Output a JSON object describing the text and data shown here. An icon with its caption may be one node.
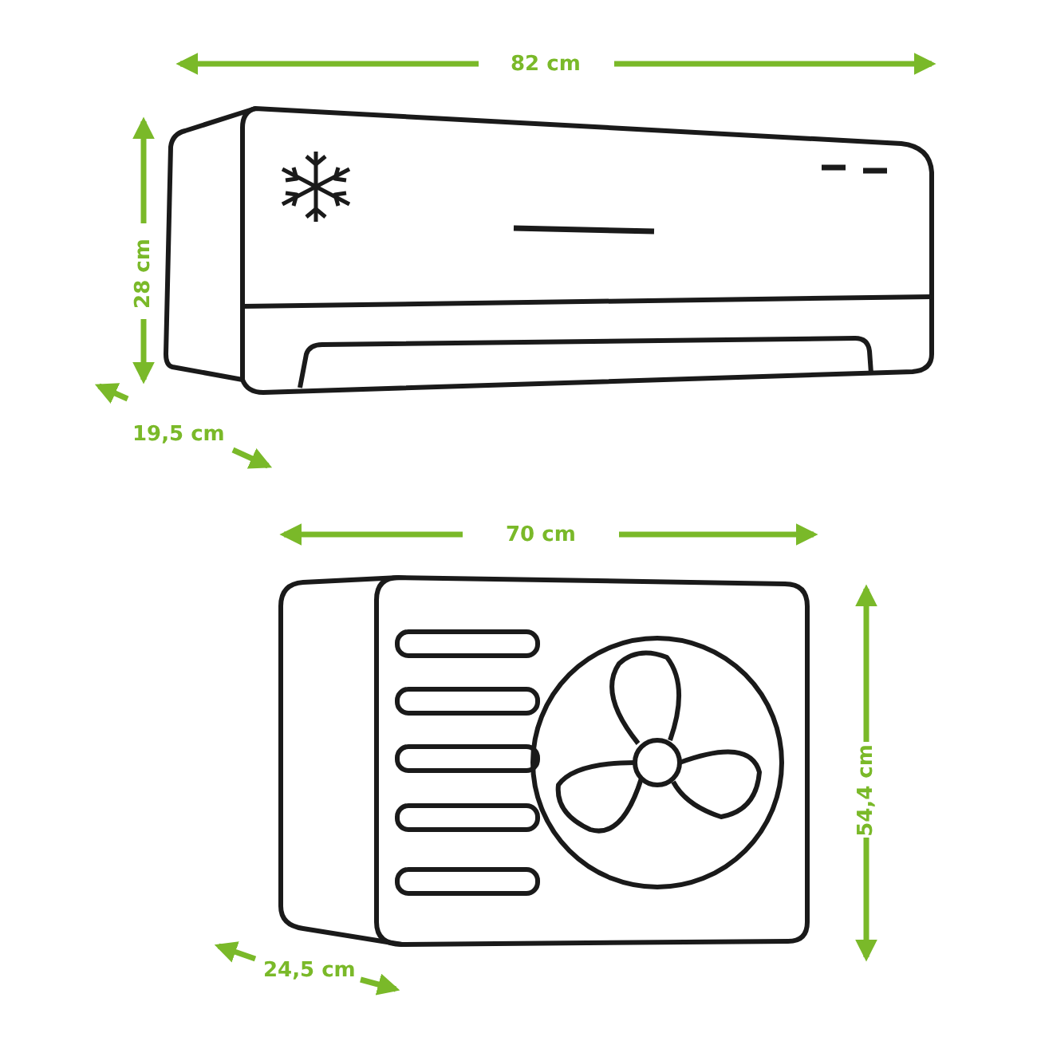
{
  "diagram": {
    "labels": [
      "82 cm",
      "28 cm",
      "19,5 cm",
      "70 cm",
      "54,4 cm",
      "24,5 cm"
    ]
  }
}
